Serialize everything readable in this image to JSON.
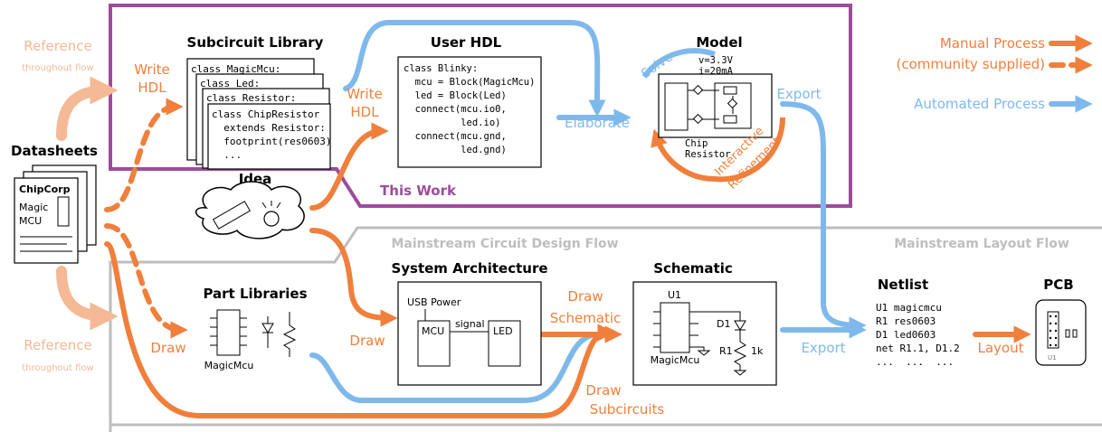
{
  "colors": {
    "manual": "#F07F3C",
    "automated": "#7FB9EC",
    "this_work": "#9C4C9A",
    "mainstream": "#BEBEBE",
    "reference": "#F5B995"
  },
  "legend": {
    "manual_process": "Manual Process",
    "community_supplied": "(community supplied)",
    "automated_process": "Automated Process"
  },
  "reference_label": {
    "main": "Reference",
    "sub": "throughout flow"
  },
  "datasheets": {
    "title": "Datasheets",
    "company": "ChipCorp",
    "part_line1": "Magic",
    "part_line2": "MCU"
  },
  "this_work_label": "This Work",
  "mainstream_design_flow": "Mainstream Circuit Design Flow",
  "mainstream_layout_flow": "Mainstream Layout Flow",
  "subcircuit_library": {
    "title": "Subcircuit Library",
    "card_lines": [
      "class MagicMcu:",
      "class Led:",
      "class Resistor:"
    ],
    "front_lines": [
      "class ChipResistor",
      "  extends Resistor:",
      "  footprint(res0603)",
      "  ..."
    ]
  },
  "user_hdl": {
    "title": "User HDL",
    "code": [
      "class Blinky:",
      "  mcu = Block(MagicMcu)",
      "  led = Block(Led)",
      "  connect(mcu.io0,",
      "          led.io)",
      "  connect(mcu.gnd,",
      "          led.gnd)"
    ]
  },
  "model": {
    "title": "Model",
    "solve": "Solve",
    "v": "v=3.3V",
    "i": "i=20mA",
    "chip": "Chip",
    "resistor": "Resistor",
    "interactive": "Interactive",
    "refinement": "Refinement"
  },
  "idea": {
    "title": "Idea"
  },
  "part_libraries": {
    "title": "Part Libraries",
    "part_label": "MagicMcu"
  },
  "system_architecture": {
    "title": "System Architecture",
    "usb_power": "USB Power",
    "mcu": "MCU",
    "signal": "signal",
    "led": "LED"
  },
  "schematic": {
    "title": "Schematic",
    "u1": "U1",
    "d1": "D1",
    "r1": "R1",
    "r_value": "1k",
    "part_label": "MagicMcu"
  },
  "netlist": {
    "title": "Netlist",
    "lines": [
      "U1 magicmcu",
      "R1 res0603",
      "D1 led0603",
      "net R1.1, D1.2",
      "...  ...  ..."
    ]
  },
  "pcb": {
    "title": "PCB",
    "u1": "U1"
  },
  "flow_labels": {
    "write_hdl": [
      "Write",
      "HDL"
    ],
    "write_hdl_2": [
      "Write",
      "HDL"
    ],
    "elaborate": "Elaborate",
    "export_top": "Export",
    "export_bottom": "Export",
    "draw_left": "Draw",
    "draw_mid": "Draw",
    "draw_schematic": [
      "Draw",
      "Schematic"
    ],
    "draw_subcircuits": [
      "Draw",
      "Subcircuits"
    ],
    "layout": "Layout"
  }
}
